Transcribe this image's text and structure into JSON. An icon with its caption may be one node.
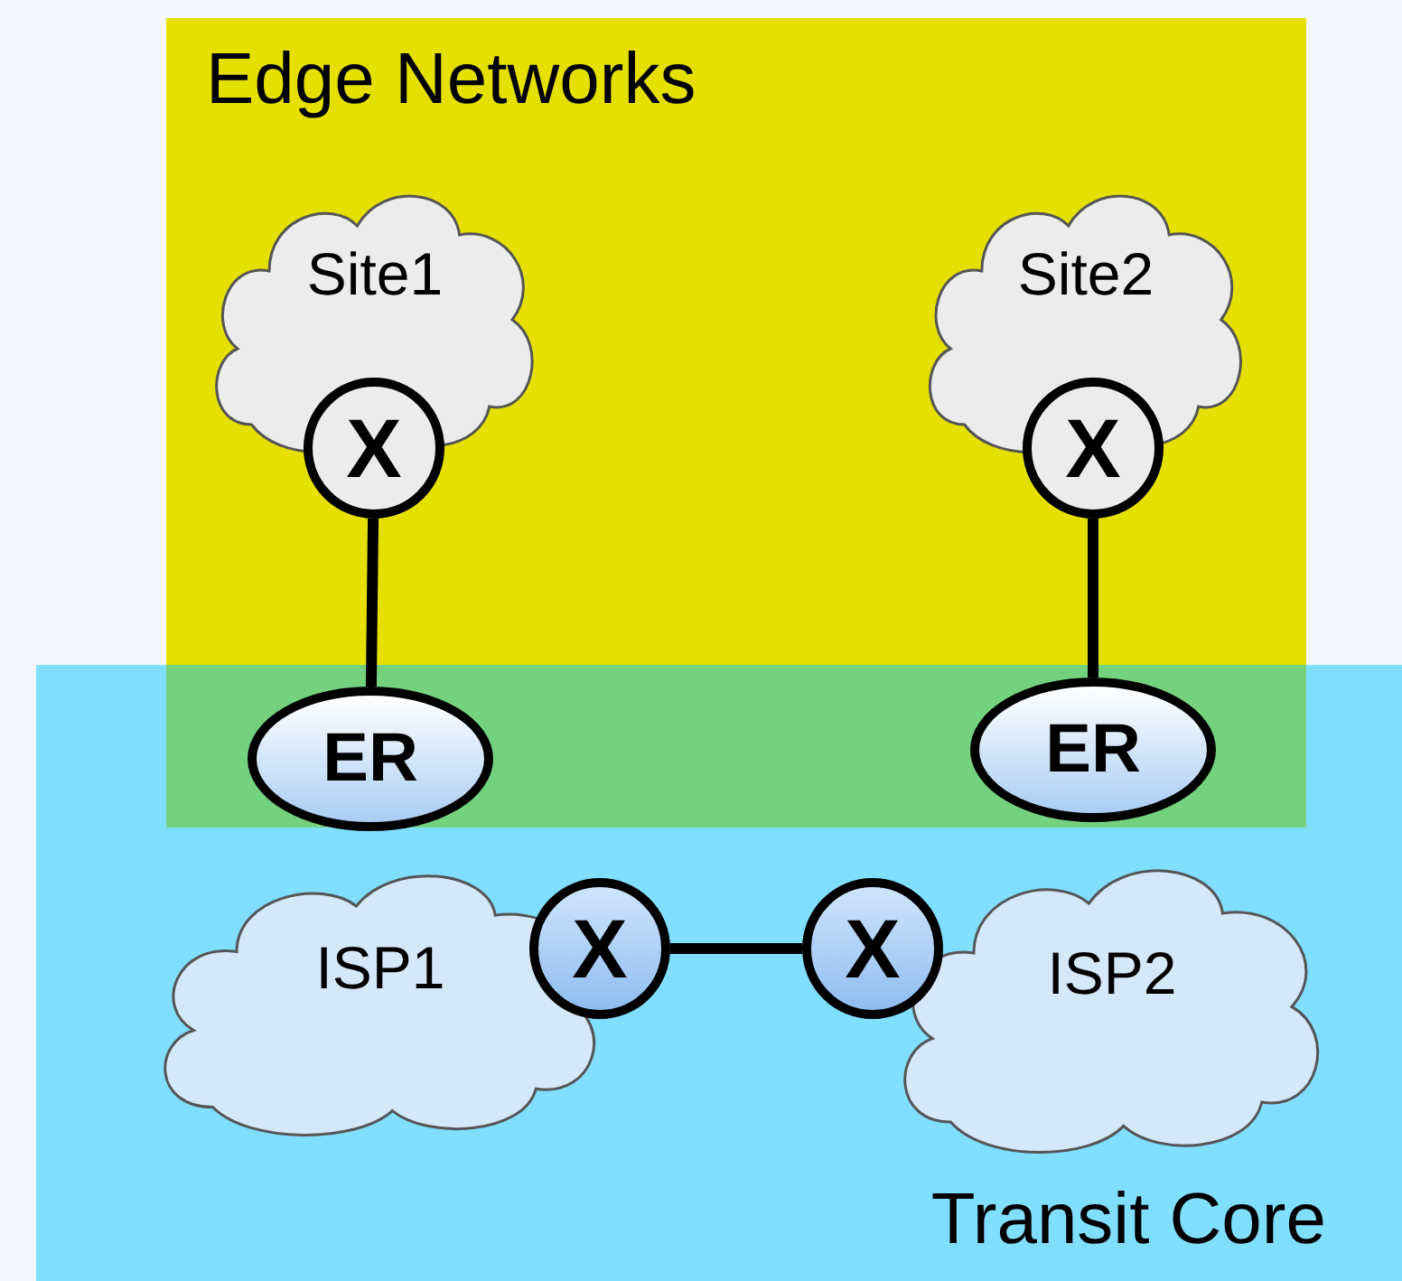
{
  "diagram": {
    "nodes": [
      {
        "text": [
          "Edge Networks"
        ]
      },
      {
        "text": [
          "Transit Core"
        ]
      },
      {
        "text": [
          "Site1"
        ],
        "in": 0
      },
      {
        "text": [
          "X"
        ],
        "in": 0
      },
      {
        "text": [
          "Site2"
        ],
        "in": 0
      },
      {
        "text": [
          "X"
        ],
        "in": 0
      },
      {
        "text": [
          "ER"
        ],
        "in": 1
      },
      {
        "text": [
          "ER"
        ],
        "in": 1
      },
      {
        "text": [
          "ISP1"
        ],
        "in": 1
      },
      {
        "text": [
          "X"
        ],
        "in": 1
      },
      {
        "text": [
          "ISP2"
        ],
        "in": 1
      },
      {
        "text": [
          "X"
        ],
        "in": 1
      }
    ],
    "edges": [
      {
        "from": 3,
        "to": 6,
        "arrow": "none"
      },
      {
        "from": 5,
        "to": 7,
        "arrow": "none"
      },
      {
        "from": 9,
        "to": 11,
        "arrow": "none"
      }
    ]
  }
}
